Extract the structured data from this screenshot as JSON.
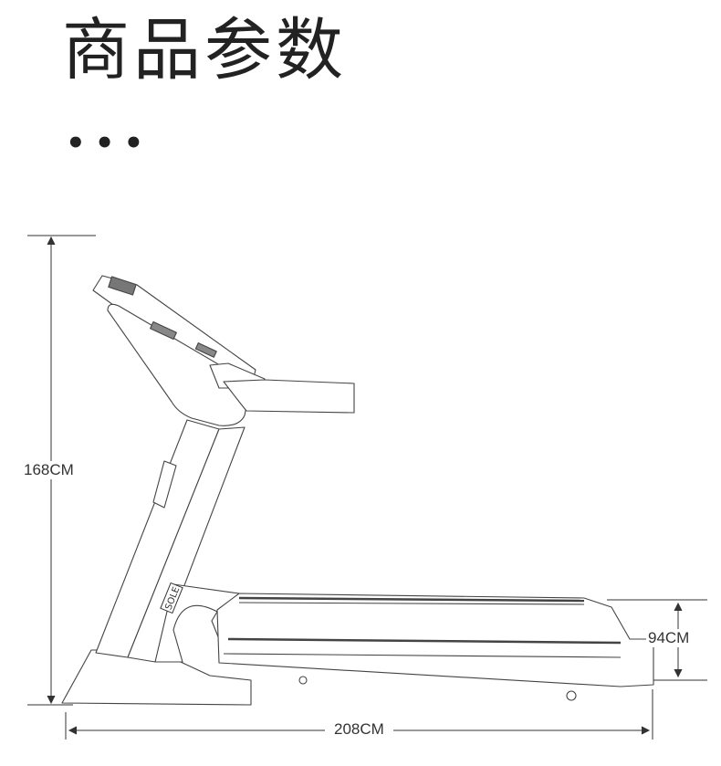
{
  "title": "商品参数",
  "dots": "•••",
  "dimensions": {
    "height": "168CM",
    "length": "208CM",
    "deck_height": "94CM"
  },
  "logo_text": "SOLE",
  "colors": {
    "line": "#333333",
    "text": "#222222"
  }
}
